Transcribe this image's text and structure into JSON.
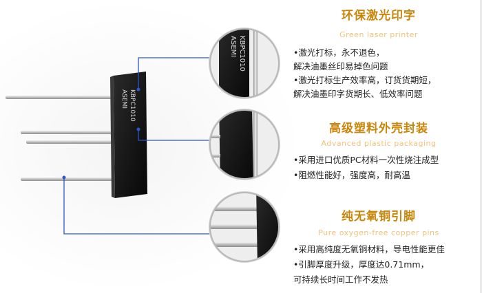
{
  "product": {
    "brand": "ASEMI",
    "model": "KBPC1010"
  },
  "sections": [
    {
      "title": "环保激光印字",
      "subtitle": "Green laser printer",
      "lines": [
        "•激光打标，永不退色，",
        "  解决油墨丝印易掉色问题",
        "•激光打标生产效率高，订货货期短，",
        "  解决油墨印字货期长、低效率问题"
      ]
    },
    {
      "title": "高级塑料外壳封装",
      "subtitle": "Advanced plastic packaging",
      "lines": [
        "•采用进口优质PC材料一次性烧注成型",
        "•阻燃性能好，强度高，耐高温"
      ]
    },
    {
      "title": "纯无氧铜引脚",
      "subtitle": "Pure oxygen-free copper pins",
      "lines": [
        "•采用高纯度无氧铜材料，导电性能更佳",
        "•引脚厚度升级，厚度达0.71mm，",
        "可持续长时间工作不发热"
      ]
    }
  ],
  "colors": {
    "title": "#c8860b",
    "subtitle": "#f1c27b",
    "callout_line": "#2b56c9",
    "body": "#1a1a1a",
    "pin": "#cfcfcf"
  }
}
